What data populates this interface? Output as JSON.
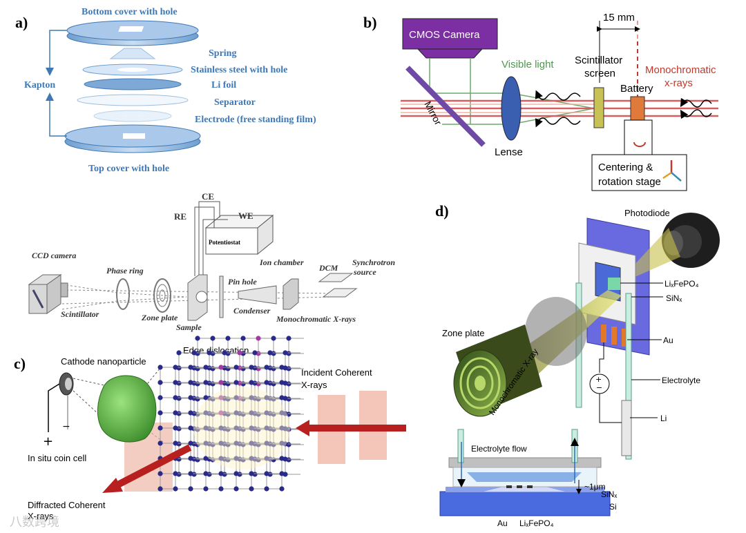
{
  "panel_a": {
    "letter": "a)",
    "bottom_cover": "Bottom cover with hole",
    "spring": "Spring",
    "steel": "Stainless steel with hole",
    "kapton": "Kapton",
    "li_foil": "Li foil",
    "separator": "Separator",
    "electrode": "Electrode (free standing film)",
    "top_cover": "Top cover with hole",
    "text_color": "#3f78b4"
  },
  "panel_b": {
    "letter": "b)",
    "camera": "CMOS Camera",
    "distance": "15 mm",
    "visible_light": "Visible light",
    "scintillator": [
      "Scintillator",
      "screen"
    ],
    "mono": [
      "Monochromatic",
      "x-rays"
    ],
    "battery": "Battery",
    "mirror": "Mirror",
    "lense": "Lense",
    "stage": [
      "Centering &",
      "rotation stage"
    ]
  },
  "panel_mid": {
    "ce": "CE",
    "re": "RE",
    "we": "WE",
    "potentiostat": "Potentiostat",
    "ccd": "CCD camera",
    "phase_ring": "Phase ring",
    "ion_chamber": "Ion chamber",
    "dcm": "DCM",
    "synchrotron": [
      "Synchrotron",
      "source"
    ],
    "pin_hole": "Pin hole",
    "scintillator": "Scintillator",
    "zone_plate": "Zone plate",
    "sample": "Sample",
    "condenser": "Condenser",
    "mono": "Monochromatic X-rays"
  },
  "panel_c": {
    "letter": "c)",
    "edge": "Edge dislocation",
    "nanoparticle": "Cathode nanoparticle",
    "incident": [
      "Incident Coherent",
      "X-rays"
    ],
    "coin_cell": "In situ coin cell",
    "diffracted": [
      "Diffracted Coherent",
      "X-rays"
    ],
    "plus": "+",
    "minus": "−"
  },
  "panel_d": {
    "letter": "d)",
    "photodiode": "Photodiode",
    "lifepo4": "LiₓFePO₄",
    "sinx": "SiNₓ",
    "zone_plate": "Zone plate",
    "au": "Au",
    "electrolyte": "Electrolyte",
    "mono": "Monochromatic X-ray",
    "li": "Li",
    "electrolyte_flow": "Electrolyte flow",
    "gap": "~1μm",
    "sinx2": "SiNₓ",
    "si": "Si",
    "au2": "Au",
    "lifepo4_2": "LiₓFePO₄"
  },
  "watermark": "八数跨境"
}
